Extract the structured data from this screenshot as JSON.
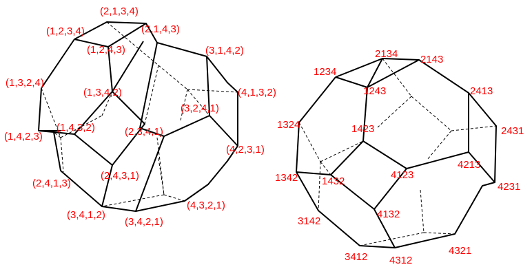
{
  "diagrams": [
    {
      "name": "permutohedron-tuple-labels",
      "label_color": "#ff0000",
      "line_color": "#000000",
      "labels": {
        "a": "(2,1,3,4)",
        "b": "(2,1,4,3)",
        "c": "(1,2,3,4)",
        "d": "(1,2,4,3)",
        "e": "(3,1,4,2)",
        "f": "(1,3,2,4)",
        "g": "(1,3,4,2)",
        "h": "(4,1,3,2)",
        "i": "(3,2,4,1)",
        "j": "(1,4,2,3)",
        "k": "(1,4,3,2)",
        "l": "(2,3,4,1)",
        "m": "(4,2,3,1)",
        "n": "(2,4,3,1)",
        "o": "(2,4,1,3)",
        "p": "(3,4,1,2)",
        "q": "(4,3,2,1)",
        "r": "(3,4,2,1)"
      }
    },
    {
      "name": "permutohedron-digit-labels",
      "label_color": "#ff0000",
      "line_color": "#000000",
      "labels": {
        "a": "2134",
        "b": "2143",
        "c": "1234",
        "d": "1243",
        "e": "2413",
        "f": "1324",
        "g": "1423",
        "h": "2431",
        "i": "4123",
        "j": "1342",
        "k": "1432",
        "l": "4213",
        "m": "4231",
        "n": "4132",
        "o": "3142",
        "p": "3412",
        "q": "4312",
        "r": "4321"
      }
    }
  ]
}
